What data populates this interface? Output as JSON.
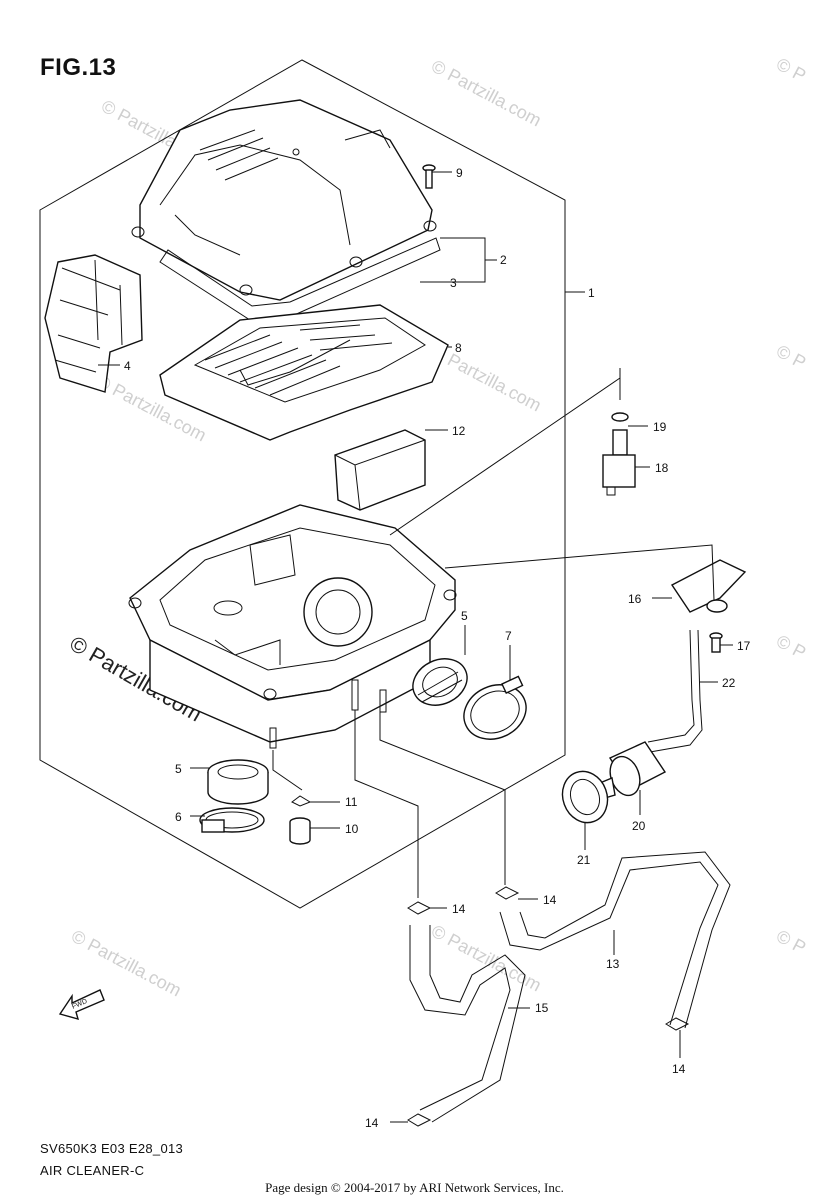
{
  "figure": {
    "title": "FIG.13",
    "code": "SV650K3 E03 E28_013",
    "name": "AIR CLEANER-C"
  },
  "copyright": "Page design © 2004-2017 by ARI Network Services, Inc.",
  "watermark": {
    "main": "© Partzilla.com",
    "faint": "© Partzilla.com",
    "faint_short": "© P"
  },
  "fwd_label": "FWD",
  "callouts": [
    {
      "id": "c1",
      "label": "1"
    },
    {
      "id": "c2",
      "label": "2"
    },
    {
      "id": "c3",
      "label": "3"
    },
    {
      "id": "c4",
      "label": "4"
    },
    {
      "id": "c5a",
      "label": "5"
    },
    {
      "id": "c5b",
      "label": "5"
    },
    {
      "id": "c6",
      "label": "6"
    },
    {
      "id": "c7",
      "label": "7"
    },
    {
      "id": "c8",
      "label": "8"
    },
    {
      "id": "c9",
      "label": "9"
    },
    {
      "id": "c10",
      "label": "10"
    },
    {
      "id": "c11",
      "label": "11"
    },
    {
      "id": "c12",
      "label": "12"
    },
    {
      "id": "c13",
      "label": "13"
    },
    {
      "id": "c14a",
      "label": "14"
    },
    {
      "id": "c14b",
      "label": "14"
    },
    {
      "id": "c14c",
      "label": "14"
    },
    {
      "id": "c14d",
      "label": "14"
    },
    {
      "id": "c15",
      "label": "15"
    },
    {
      "id": "c16",
      "label": "16"
    },
    {
      "id": "c17",
      "label": "17"
    },
    {
      "id": "c18",
      "label": "18"
    },
    {
      "id": "c19",
      "label": "19"
    },
    {
      "id": "c20",
      "label": "20"
    },
    {
      "id": "c21",
      "label": "21"
    },
    {
      "id": "c22",
      "label": "22"
    }
  ]
}
